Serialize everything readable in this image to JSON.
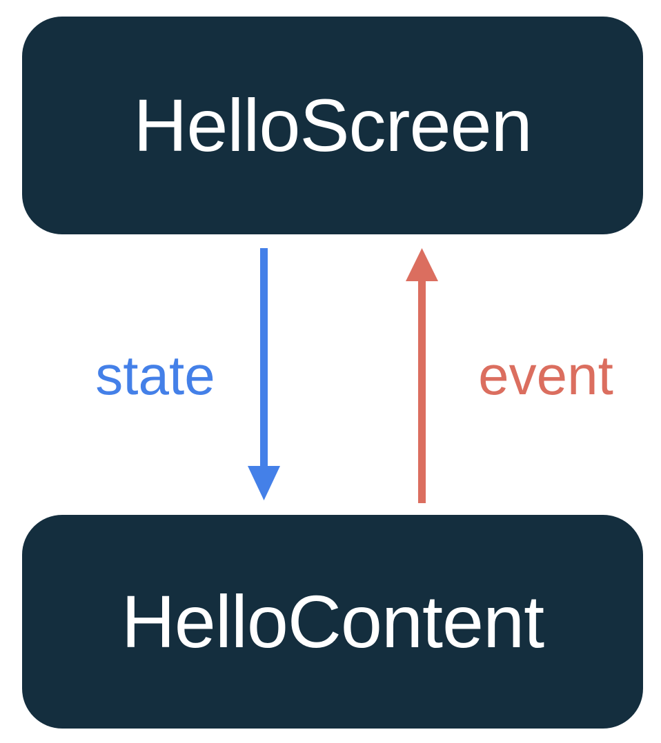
{
  "diagram": {
    "title": "unidirectional-data-flow",
    "top_box": {
      "label": "HelloScreen"
    },
    "bottom_box": {
      "label": "HelloContent"
    },
    "arrows": [
      {
        "id": "state",
        "label": "state",
        "direction": "down",
        "from": "HelloScreen",
        "to": "HelloContent"
      },
      {
        "id": "event",
        "label": "event",
        "direction": "up",
        "from": "HelloContent",
        "to": "HelloScreen"
      }
    ]
  },
  "colors": {
    "background": "#ffffff",
    "box_background": "#142E3E",
    "box_text": "#ffffff",
    "state": "#4480E8",
    "event": "#DB6E5F"
  }
}
